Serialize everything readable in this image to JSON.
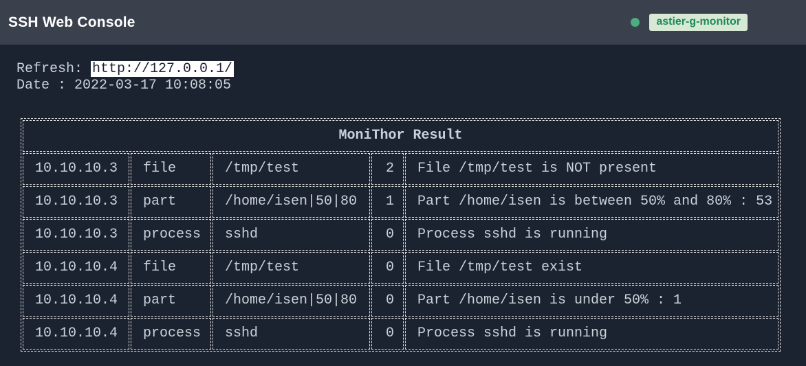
{
  "header": {
    "title": "SSH Web Console",
    "status": {
      "label": "astier-g-monitor",
      "dot_color": "#4cad7e",
      "badge_bg": "#d7e9d6",
      "badge_text_color": "#1b8a54"
    }
  },
  "terminal": {
    "refresh_label": "Refresh:",
    "refresh_url": "http://127.0.0.1/",
    "date_label": "Date : 2022-03-17 10:08:05"
  },
  "table": {
    "title": "MoniThor Result",
    "rows": [
      {
        "host": "10.10.10.3",
        "check": "file",
        "target": "/tmp/test",
        "code": "2",
        "message": "File /tmp/test is NOT present"
      },
      {
        "host": "10.10.10.3",
        "check": "part",
        "target": "/home/isen|50|80",
        "code": "1",
        "message": "Part /home/isen is between 50% and 80% : 53"
      },
      {
        "host": "10.10.10.3",
        "check": "process",
        "target": "sshd",
        "code": "0",
        "message": "Process sshd is running"
      },
      {
        "host": "10.10.10.4",
        "check": "file",
        "target": "/tmp/test",
        "code": "0",
        "message": "File /tmp/test exist"
      },
      {
        "host": "10.10.10.4",
        "check": "part",
        "target": "/home/isen|50|80",
        "code": "0",
        "message": "Part /home/isen is under 50% : 1"
      },
      {
        "host": "10.10.10.4",
        "check": "process",
        "target": "sshd",
        "code": "0",
        "message": "Process sshd is running"
      }
    ]
  },
  "colors": {
    "page_bg": "#1c2330",
    "header_bg": "#3b404d",
    "terminal_text": "#c9d2da",
    "table_border": "#e3e3e3",
    "url_highlight_bg": "#ffffff",
    "url_highlight_text": "#1b2230"
  }
}
